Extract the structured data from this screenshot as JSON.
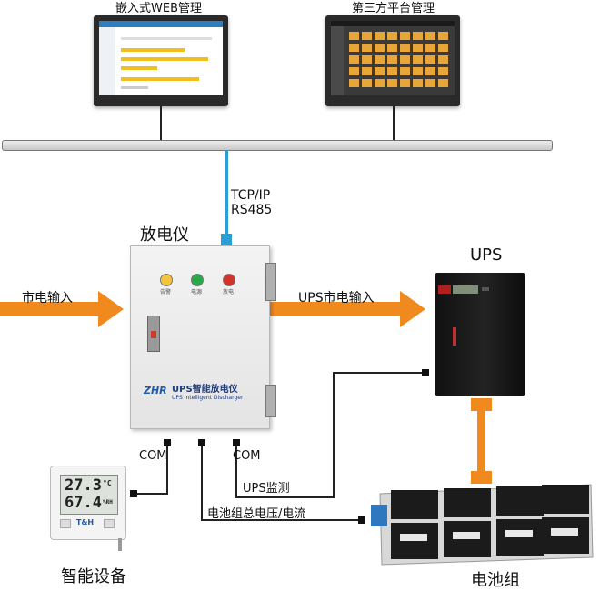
{
  "labels": {
    "embedded_web": "嵌入式WEB管理",
    "third_party": "第三方平台管理",
    "tcpip": "TCP/IP",
    "rs485": "RS485",
    "discharger_title": "放电仪",
    "mains_input": "市电输入",
    "ups_mains_input": "UPS市电输入",
    "ups": "UPS",
    "com_left": "COM",
    "com_right": "COM",
    "ups_monitor": "UPS监测",
    "battery_voltage_current": "电池组总电压/电流",
    "smart_device": "智能设备",
    "battery_group": "电池组"
  },
  "cabinet": {
    "brand": "UPS智能放电仪",
    "brand_en": "UPS Intelligent Discharger",
    "logo": "ZHR",
    "led_labels": [
      "告警",
      "电源",
      "放电"
    ]
  },
  "meter": {
    "temperature": "27.3",
    "temp_unit": "°C",
    "humidity": "67.4",
    "humidity_unit": "%RH",
    "brand": "T&H"
  },
  "colors": {
    "arrow_orange": "#f08a1e",
    "cable_blue": "#2a9fd6",
    "cable_dark": "#222222"
  }
}
